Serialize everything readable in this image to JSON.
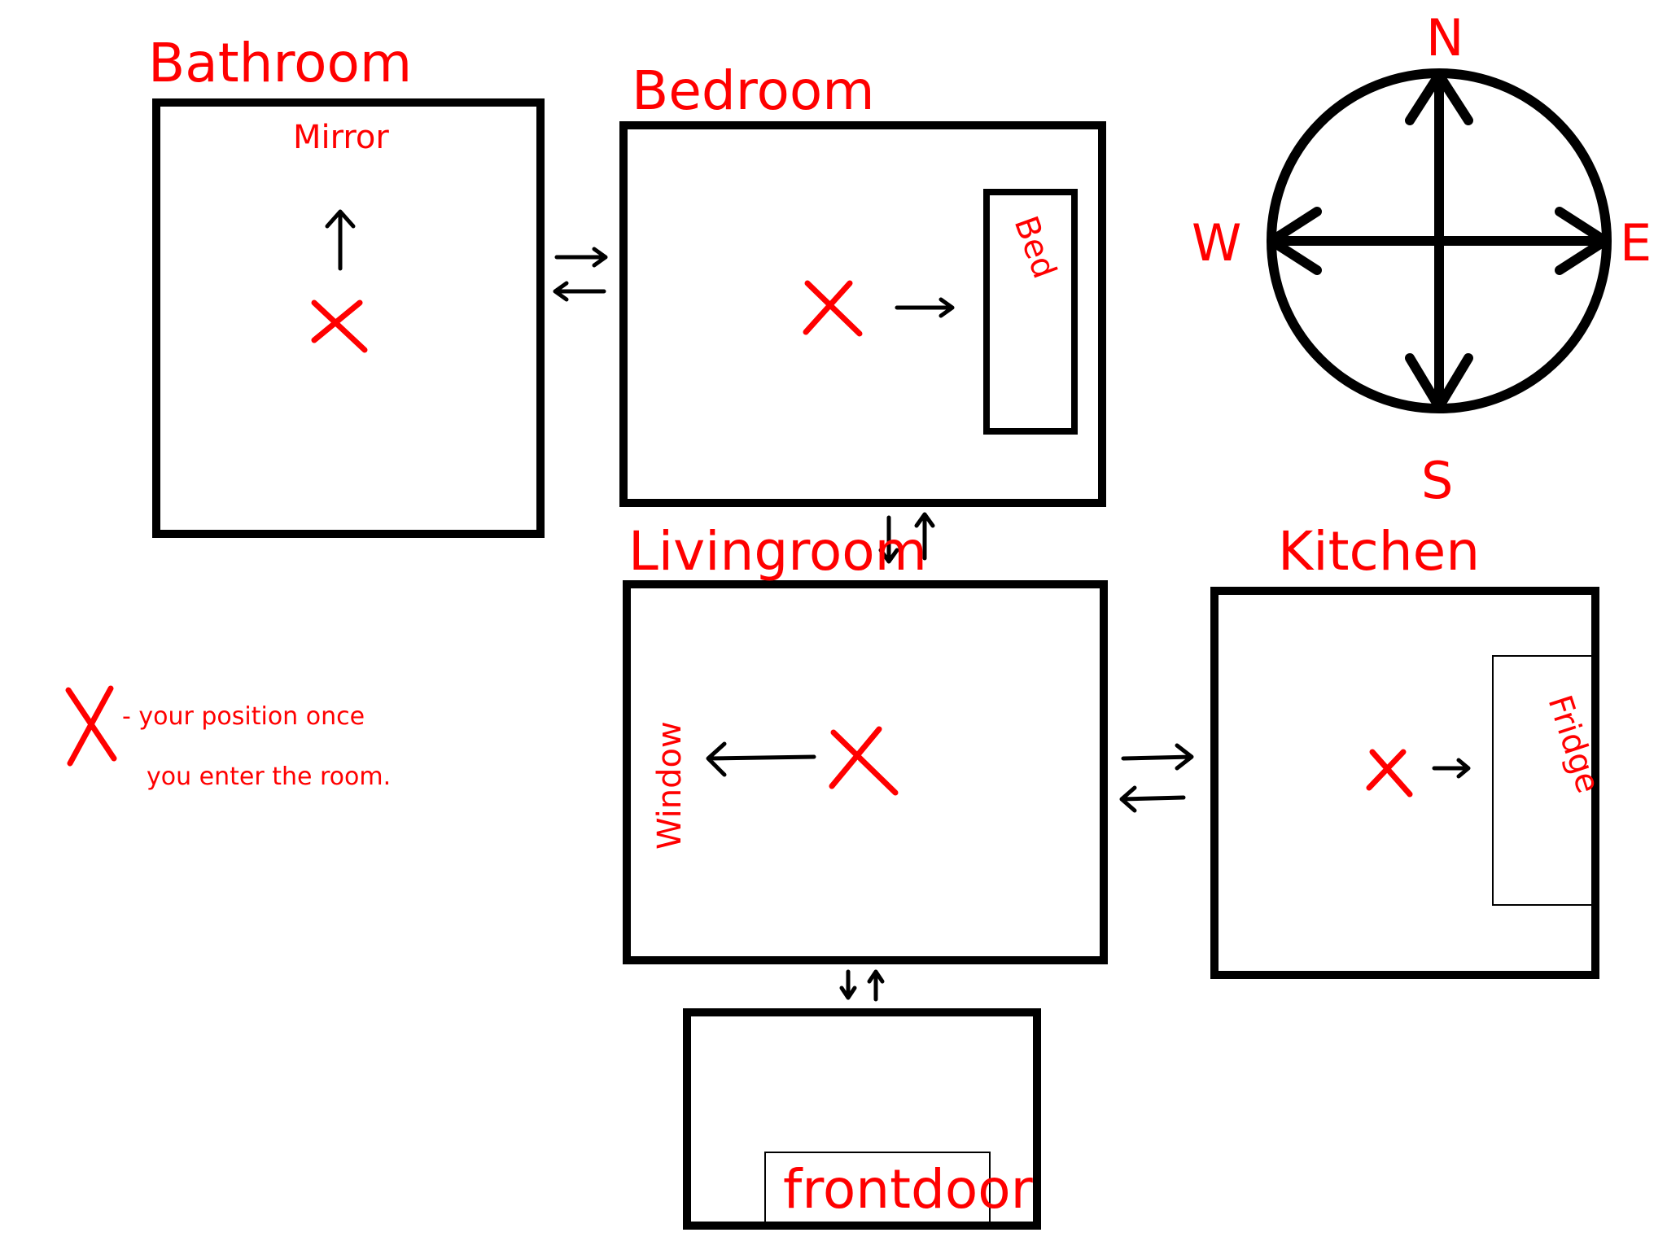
{
  "rooms": {
    "bathroom": {
      "title": "Bathroom",
      "feature": "Mirror"
    },
    "bedroom": {
      "title": "Bedroom",
      "feature": "Bed"
    },
    "livingroom": {
      "title": "Livingroom",
      "feature": "Window"
    },
    "kitchen": {
      "title": "Kitchen",
      "feature": "Fridge"
    },
    "entry": {
      "feature": "frontdoor"
    }
  },
  "compass": {
    "north": "N",
    "south": "S",
    "east": "E",
    "west": "W"
  },
  "legend": {
    "symbol": "X",
    "line1": "- your position once",
    "line2": "you enter the room."
  },
  "colors": {
    "label": "#ff0000",
    "outline": "#000000"
  }
}
